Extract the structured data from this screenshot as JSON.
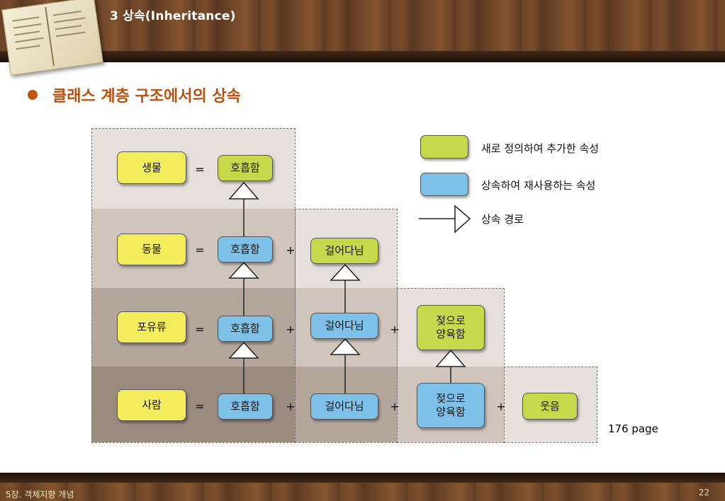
{
  "header": {
    "title": "3 상속(Inheritance)"
  },
  "heading": "클래스 계층 구조에서의 상속",
  "colors": {
    "heading": "#b8500f",
    "new_attribute": "#c6d84b",
    "inherited_attribute": "#7ec1e8",
    "class": "#f3ec5c"
  },
  "classes": [
    {
      "name": "생물",
      "attributes": [
        "호흡함"
      ]
    },
    {
      "name": "동물",
      "attributes": [
        "호흡함",
        "걸어다님"
      ]
    },
    {
      "name": "포유류",
      "attributes": [
        "호흡함",
        "걸어다님",
        "젖으로\n양육함"
      ]
    },
    {
      "name": "사람",
      "attributes": [
        "호흡함",
        "걸어다님",
        "젖으로\n양육함",
        "웃음"
      ]
    }
  ],
  "operators": {
    "equals": "=",
    "plus": "+"
  },
  "legend": {
    "new": "새로 정의하여 추가한 속성",
    "inherited": "상속하여 재사용하는 속성",
    "path": "상속 경로"
  },
  "page_ref": "176 page",
  "footer": {
    "chapter": "5장. 객체지향 개념",
    "page_number": "22"
  }
}
